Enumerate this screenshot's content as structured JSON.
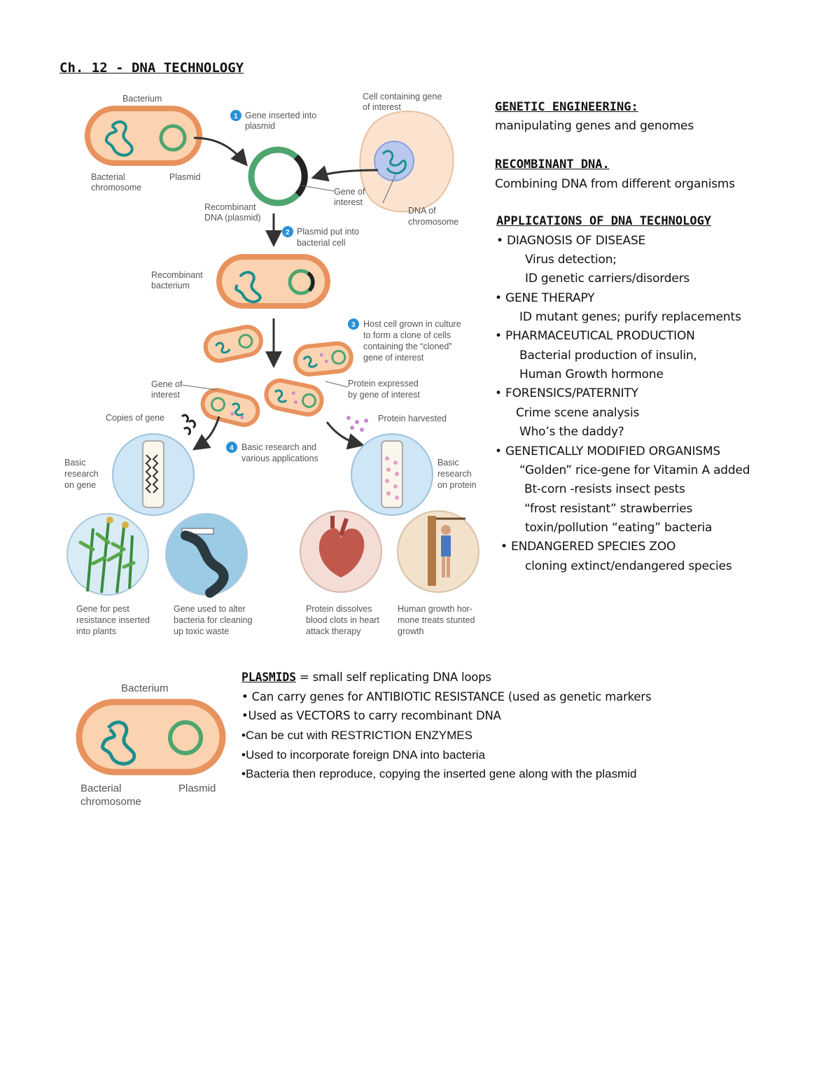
{
  "title": "Ch. 12 - DNA TECHNOLOGY",
  "diagram": {
    "bacterium": "Bacterium",
    "bacterial_chromosome": [
      "Bacterial",
      "chromosome"
    ],
    "plasmid": "Plasmid",
    "step1": {
      "num": "1",
      "text": [
        "Gene inserted into",
        "plasmid"
      ]
    },
    "cell_gene": [
      "Cell containing gene",
      "of interest"
    ],
    "gene_of_interest": [
      "Gene of",
      "interest"
    ],
    "dna_of_chromosome": [
      "DNA of",
      "chromosome"
    ],
    "recombinant_dna": [
      "Recombinant",
      "DNA (plasmid)"
    ],
    "step2": {
      "num": "2",
      "text": [
        "Plasmid put into",
        "bacterial cell"
      ]
    },
    "recombinant_bacterium": [
      "Recombinant",
      "bacterium"
    ],
    "step3": {
      "num": "3",
      "text": [
        "Host cell grown in culture",
        "to form a clone of cells",
        "containing the “cloned”",
        "gene of interest"
      ]
    },
    "gene_of_interest2": [
      "Gene of",
      "interest"
    ],
    "protein_expressed": [
      "Protein expressed",
      "by gene of interest"
    ],
    "copies_of_gene": "Copies of gene",
    "protein_harvested": "Protein harvested",
    "step4": {
      "num": "4",
      "text": [
        "Basic research and",
        "various applications"
      ]
    },
    "basic_research_gene": [
      "Basic",
      "research",
      "on gene"
    ],
    "basic_research_protein": [
      "Basic",
      "research",
      "on protein"
    ],
    "cap_pest": [
      "Gene for pest",
      "resistance inserted",
      "into plants"
    ],
    "cap_toxic": [
      "Gene used to alter",
      "bacteria for cleaning",
      "up toxic waste"
    ],
    "cap_heart": [
      "Protein dissolves",
      "blood clots in heart",
      "attack therapy"
    ],
    "cap_growth": [
      "Human growth hor-",
      "mone treats stunted",
      "growth"
    ]
  },
  "notes": {
    "genetic_engineering_heading": "GENETIC ENGINEERING:",
    "genetic_engineering_def": "manipulating genes and genomes",
    "recombinant_heading": "RECOMBINANT DNA.",
    "recombinant_def": "Combining DNA from different organisms",
    "applications_heading": "APPLICATIONS OF DNA TECHNOLOGY",
    "lines": [
      "•  DIAGNOSIS OF DISEASE",
      "Virus detection;",
      "ID genetic carriers/disorders",
      "• GENE THERAPY",
      "ID mutant genes; purify replacements",
      "• PHARMACEUTICAL PRODUCTION",
      "Bacterial production of insulin,",
      "Human Growth hormone",
      "• FORENSICS/PATERNITY",
      "Crime scene analysis",
      "Who’s the daddy?",
      "• GENETICALLY MODIFIED ORGANISMS",
      "“Golden” rice-gene for Vitamin A added",
      "Bt-corn -resists insect pests",
      "“frost resistant” strawberries",
      "toxin/pollution “eating” bacteria",
      "• ENDANGERED SPECIES ZOO",
      "cloning extinct/endangered species"
    ]
  },
  "plasmids": {
    "heading": "PLASMIDS",
    "def": " = small self replicating DNA loops",
    "lines": [
      "• Can carry genes for ANTIBIOTIC RESISTANCE (used as genetic markers",
      "•Used as VECTORS to carry recombinant DNA",
      "•Can be cut with RESTRICTION ENZYMES",
      "•Used to incorporate foreign DNA into bacteria",
      "•Bacteria then reproduce, copying the inserted gene along with the plasmid"
    ],
    "fig_bacterium": "Bacterium",
    "fig_chromosome": [
      "Bacterial",
      "chromosome"
    ],
    "fig_plasmid": "Plasmid"
  },
  "colors": {
    "membrane": "#e8925e",
    "cytoplasm": "#fbd3b0",
    "dna": "#1a8f8f",
    "plasmid": "#4ea56f",
    "number_badge": "#2a8fd8",
    "protein": "#c98bd0"
  }
}
